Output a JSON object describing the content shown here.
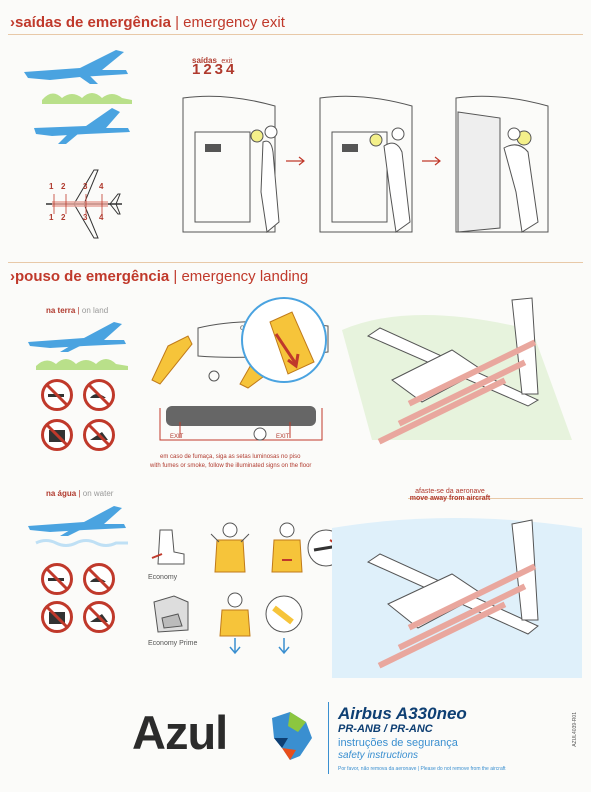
{
  "sections": {
    "exit": {
      "title_pt": "saídas de emergência",
      "sep": "|",
      "title_en": "emergency exit"
    },
    "landing": {
      "title_pt": "pouso de emergência",
      "sep": "|",
      "title_en": "emergency landing"
    }
  },
  "exits": {
    "label_pt": "saídas",
    "label_en": "exit",
    "numbers": "1234",
    "diagram_top": [
      "1",
      "2",
      "3",
      "4"
    ],
    "diagram_bottom": [
      "1",
      "2",
      "3",
      "4"
    ]
  },
  "land": {
    "label_pt": "na terra",
    "sep": "|",
    "label_en": "on land"
  },
  "water": {
    "label_pt": "na água",
    "sep": "|",
    "label_en": "on water"
  },
  "floor_path": {
    "exit_left": "EXIT",
    "exit_right": "EXIT",
    "note_pt": "em caso de fumaça, siga as setas luminosas no piso",
    "note_en": "with fumes or smoke, follow the illuminated signs on the floor"
  },
  "move_away": {
    "pt": "afaste-se da aeronave",
    "en": "move away from aircraft"
  },
  "seats": {
    "economy": "Economy",
    "economy_prime": "Economy Prime"
  },
  "brand": {
    "logo": "Azul",
    "model": "Airbus A330neo",
    "registration": "PR-ANB / PR-ANC",
    "safety_pt": "instruções de segurança",
    "safety_en": "safety instructions",
    "footnote": "Por favor, não remova da aeronave | Please do not remove from the aircraft",
    "code": "AZUL4039-R01",
    "accent": "#0e3f73",
    "light_blue": "#3a8fd0"
  },
  "icons": [
    "no-smoking-icon",
    "no-heels-icon",
    "no-luggage-icon",
    "no-high-heels-icon"
  ],
  "colors": {
    "red": "#c0392b",
    "sky_blue": "#4aa3e0",
    "grass_green": "#b9e08a"
  }
}
